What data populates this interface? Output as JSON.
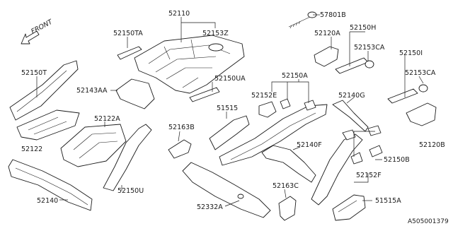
{
  "diagram": {
    "front_indicator": "FRONT",
    "diagram_id": "A505001379",
    "part_labels": [
      "52110",
      "57801B",
      "52150TA",
      "52153Z",
      "52120A",
      "52150H",
      "52153CA",
      "52150I",
      "52153CA",
      "52150T",
      "52143AA",
      "52150UA",
      "52150A",
      "51515",
      "52152E",
      "52140G",
      "52120B",
      "52122A",
      "52163B",
      "52122",
      "52140F",
      "52150B",
      "52140",
      "52150U",
      "52152F",
      "52163C",
      "52332A",
      "51515A"
    ]
  }
}
